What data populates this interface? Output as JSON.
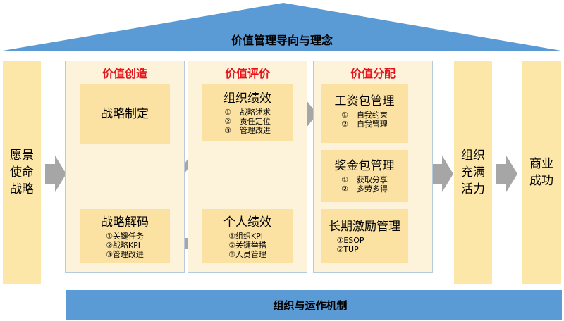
{
  "roof": {
    "title": "价值管理导向与理念"
  },
  "base": {
    "title": "组织与运作机制"
  },
  "left_pillar": {
    "lines": [
      "愿景",
      "使命",
      "战略"
    ]
  },
  "right_pillars": [
    {
      "lines": [
        "组织",
        "充满",
        "活力"
      ]
    },
    {
      "lines": [
        "商业",
        "成功"
      ]
    }
  ],
  "panels": {
    "creation": {
      "title": "价值创造",
      "box1": {
        "title": "战略制定"
      },
      "box2": {
        "title": "战略解码",
        "items": [
          "①关键任务",
          "②战略KPI",
          "③管理改进"
        ]
      }
    },
    "evaluation": {
      "title": "价值评价",
      "box1": {
        "title": "组织绩效",
        "items": [
          {
            "num": "①",
            "text": "战略述求"
          },
          {
            "num": "②",
            "text": "责任定位"
          },
          {
            "num": "③",
            "text": "管理改进"
          }
        ]
      },
      "box2": {
        "title": "个人绩效",
        "items": [
          "①组织KPI",
          "②关键举措",
          "③人员管理"
        ]
      }
    },
    "distribution": {
      "title": "价值分配",
      "box1": {
        "title": "工资包管理",
        "items": [
          {
            "num": "①",
            "text": "自我约束"
          },
          {
            "num": "②",
            "text": "自我管理"
          }
        ]
      },
      "box2": {
        "title": "奖金包管理",
        "items": [
          {
            "num": "①",
            "text": "获取分享"
          },
          {
            "num": "②",
            "text": "多劳多得"
          }
        ]
      },
      "box3": {
        "title": "长期激励管理",
        "items": [
          "①ESOP",
          "②TUP"
        ]
      }
    }
  },
  "colors": {
    "roof": "#5b9bd5",
    "pillar": "#fde7a8",
    "panel": "#fdf3db",
    "box": "#fce2a2",
    "arrow": "#a6a6a6",
    "accent_title": "#e8141b"
  }
}
